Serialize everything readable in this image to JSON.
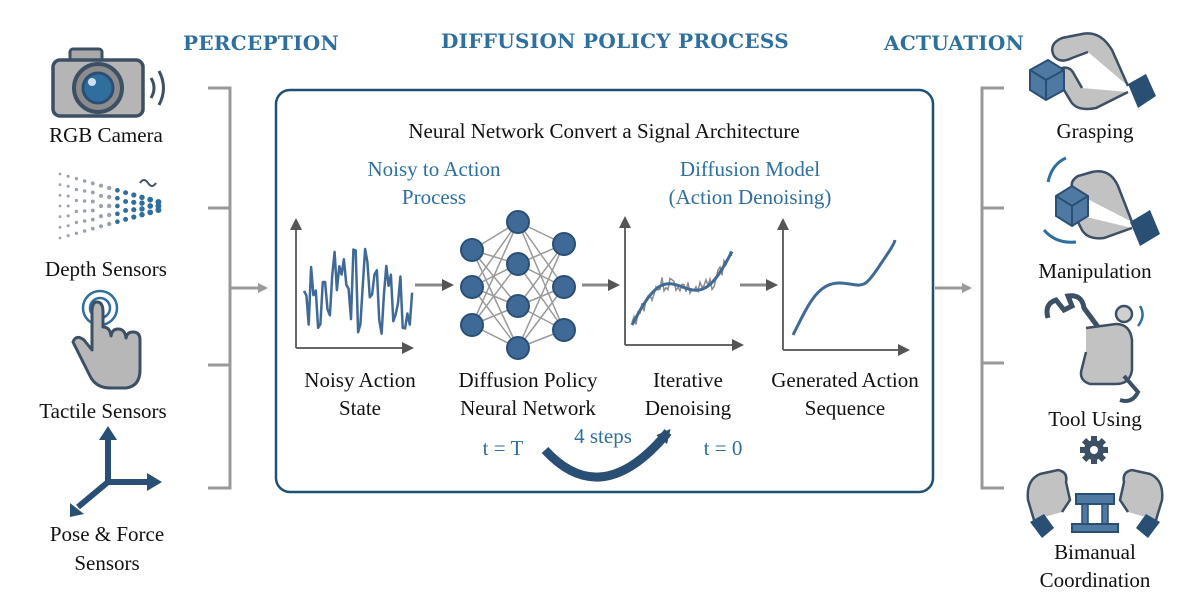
{
  "headers": {
    "perception": "PERCEPTION",
    "process": "DIFFUSION POLICY PROCESS",
    "actuation": "ACTUATION"
  },
  "perception_items": [
    {
      "label": "RGB Camera",
      "icon": "camera-icon"
    },
    {
      "label": "Depth Sensors",
      "icon": "point-cloud-icon"
    },
    {
      "label": "Tactile Sensors",
      "icon": "touch-hand-icon"
    },
    {
      "label_line1": "Pose & Force",
      "label_line2": "Sensors",
      "icon": "axes-icon"
    }
  ],
  "process": {
    "box_title": "Neural Network Convert a Signal Architecture",
    "left_caption_line1": "Noisy to Action",
    "left_caption_line2": "Process",
    "right_caption_line1": "Diffusion Model",
    "right_caption_line2": "(Action Denoising)",
    "stages": [
      {
        "line1": "Noisy Action",
        "line2": "State",
        "icon": "noisy-signal-chart-icon"
      },
      {
        "line1": "Diffusion Policy",
        "line2": "Neural Network",
        "icon": "neural-network-icon"
      },
      {
        "line1": "Iterative",
        "line2": "Denoising",
        "icon": "denoising-chart-icon"
      },
      {
        "line1": "Generated Action",
        "line2": "Sequence",
        "icon": "smooth-curve-chart-icon"
      }
    ],
    "t_start": "t = T",
    "steps": "4 steps",
    "t_end": "t = 0"
  },
  "actuation_items": [
    {
      "label": "Grasping",
      "icon": "robot-hand-grasp-icon"
    },
    {
      "label": "Manipulation",
      "icon": "robot-hand-rotate-icon"
    },
    {
      "label": "Tool Using",
      "icon": "robot-hand-wrench-icon"
    },
    {
      "label_line1": "Bimanual",
      "label_line2": "Coordination",
      "icon": "bimanual-robot-icon"
    }
  ],
  "colors": {
    "accent": "#2e6f9e",
    "box_border": "#1f4f73",
    "icon_gray": "#a9a9a9",
    "icon_dark": "#3c4f64",
    "line_blue": "#3f6a97",
    "bracket": "#999999"
  }
}
